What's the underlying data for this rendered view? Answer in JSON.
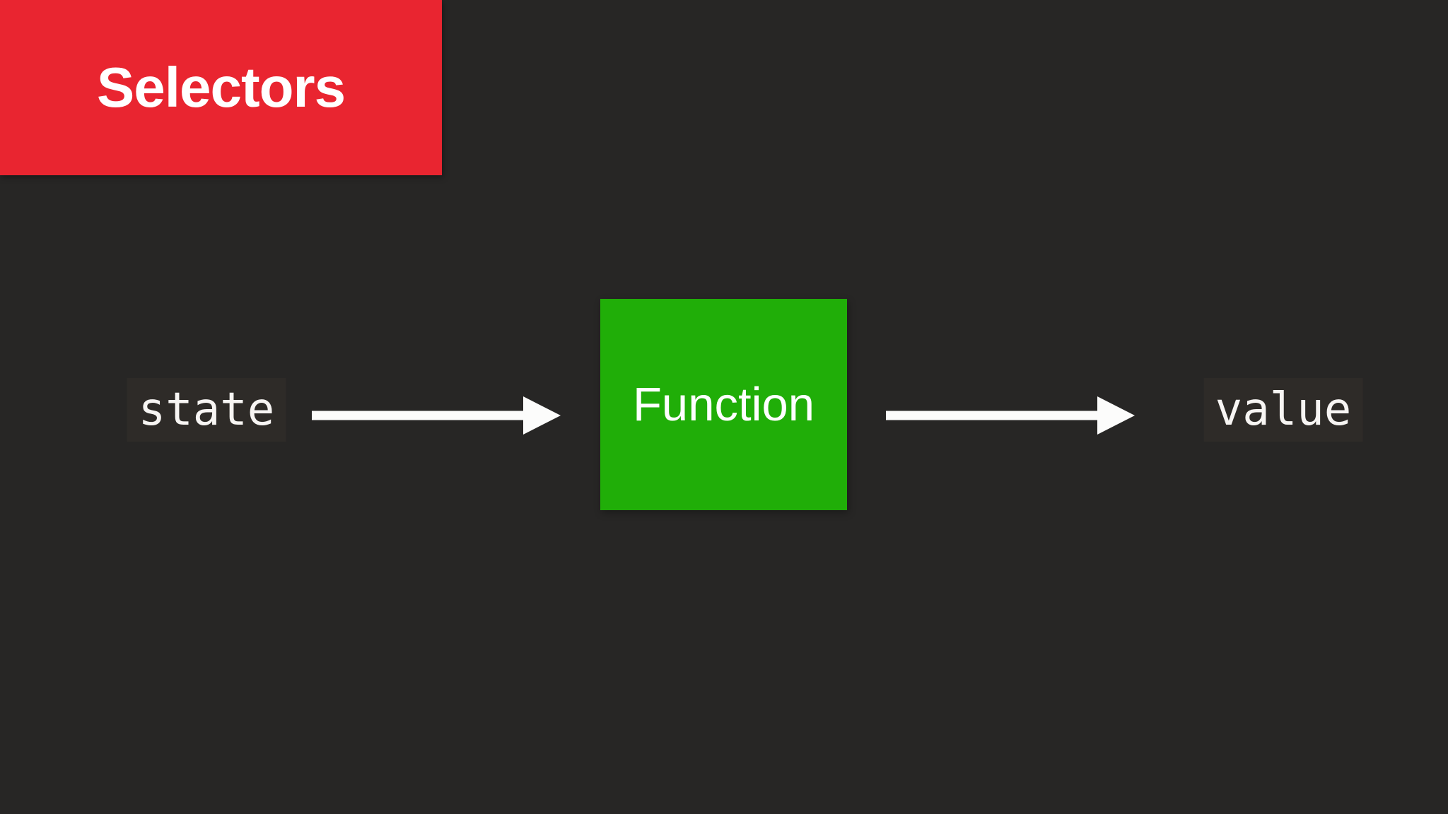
{
  "slide": {
    "title_banner": {
      "label": "Selectors"
    },
    "diagram": {
      "input": {
        "label": "state"
      },
      "process": {
        "label": "Function"
      },
      "output": {
        "label": "value"
      },
      "arrows": [
        {
          "icon": "arrow-right",
          "from": "state",
          "to": "Function"
        },
        {
          "icon": "arrow-right",
          "from": "Function",
          "to": "value"
        }
      ]
    },
    "colors": {
      "background": "#272625",
      "banner_red": "#e92530",
      "box_green": "#20ae08",
      "text_white": "#ffffff",
      "code_highlight": "#2e2b28"
    }
  }
}
